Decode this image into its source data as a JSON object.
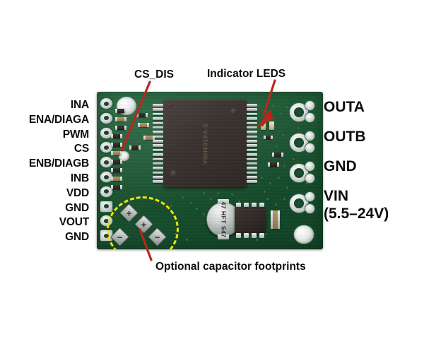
{
  "figure": {
    "subject": "Pololu motor driver carrier board pinout diagram",
    "background_color": "#ffffff",
    "board_color": "#1b5732",
    "annotation_color": "#0d0d0d",
    "pointer_color": "#b5281e",
    "highlight_color": "#f2e800"
  },
  "left_pins": [
    {
      "label": "INA"
    },
    {
      "label": "ENA/DIAGA"
    },
    {
      "label": "PWM"
    },
    {
      "label": "CS"
    },
    {
      "label": "ENB/DIAGB"
    },
    {
      "label": "INB"
    },
    {
      "label": "VDD"
    },
    {
      "label": "GND"
    },
    {
      "label": "VOUT"
    },
    {
      "label": "GND"
    }
  ],
  "right_pins": [
    {
      "label": "OUTA"
    },
    {
      "label": "OUTB"
    },
    {
      "label": "GND"
    },
    {
      "label": "VIN"
    },
    {
      "label": "(5.5–24V)"
    }
  ],
  "callouts": {
    "cs_dis": "CS_DIS",
    "indicator_leds": "Indicator LEDS",
    "capacitor_footprints": "Optional capacitor footprints"
  },
  "board_components": {
    "capacitor_marking_line1": "47",
    "capacitor_marking_line2": "HFT",
    "capacitor_marking_line3": "S47",
    "main_ic_marking": "VNH5019A-E",
    "pad_plus": "+",
    "pad_minus": "−"
  }
}
